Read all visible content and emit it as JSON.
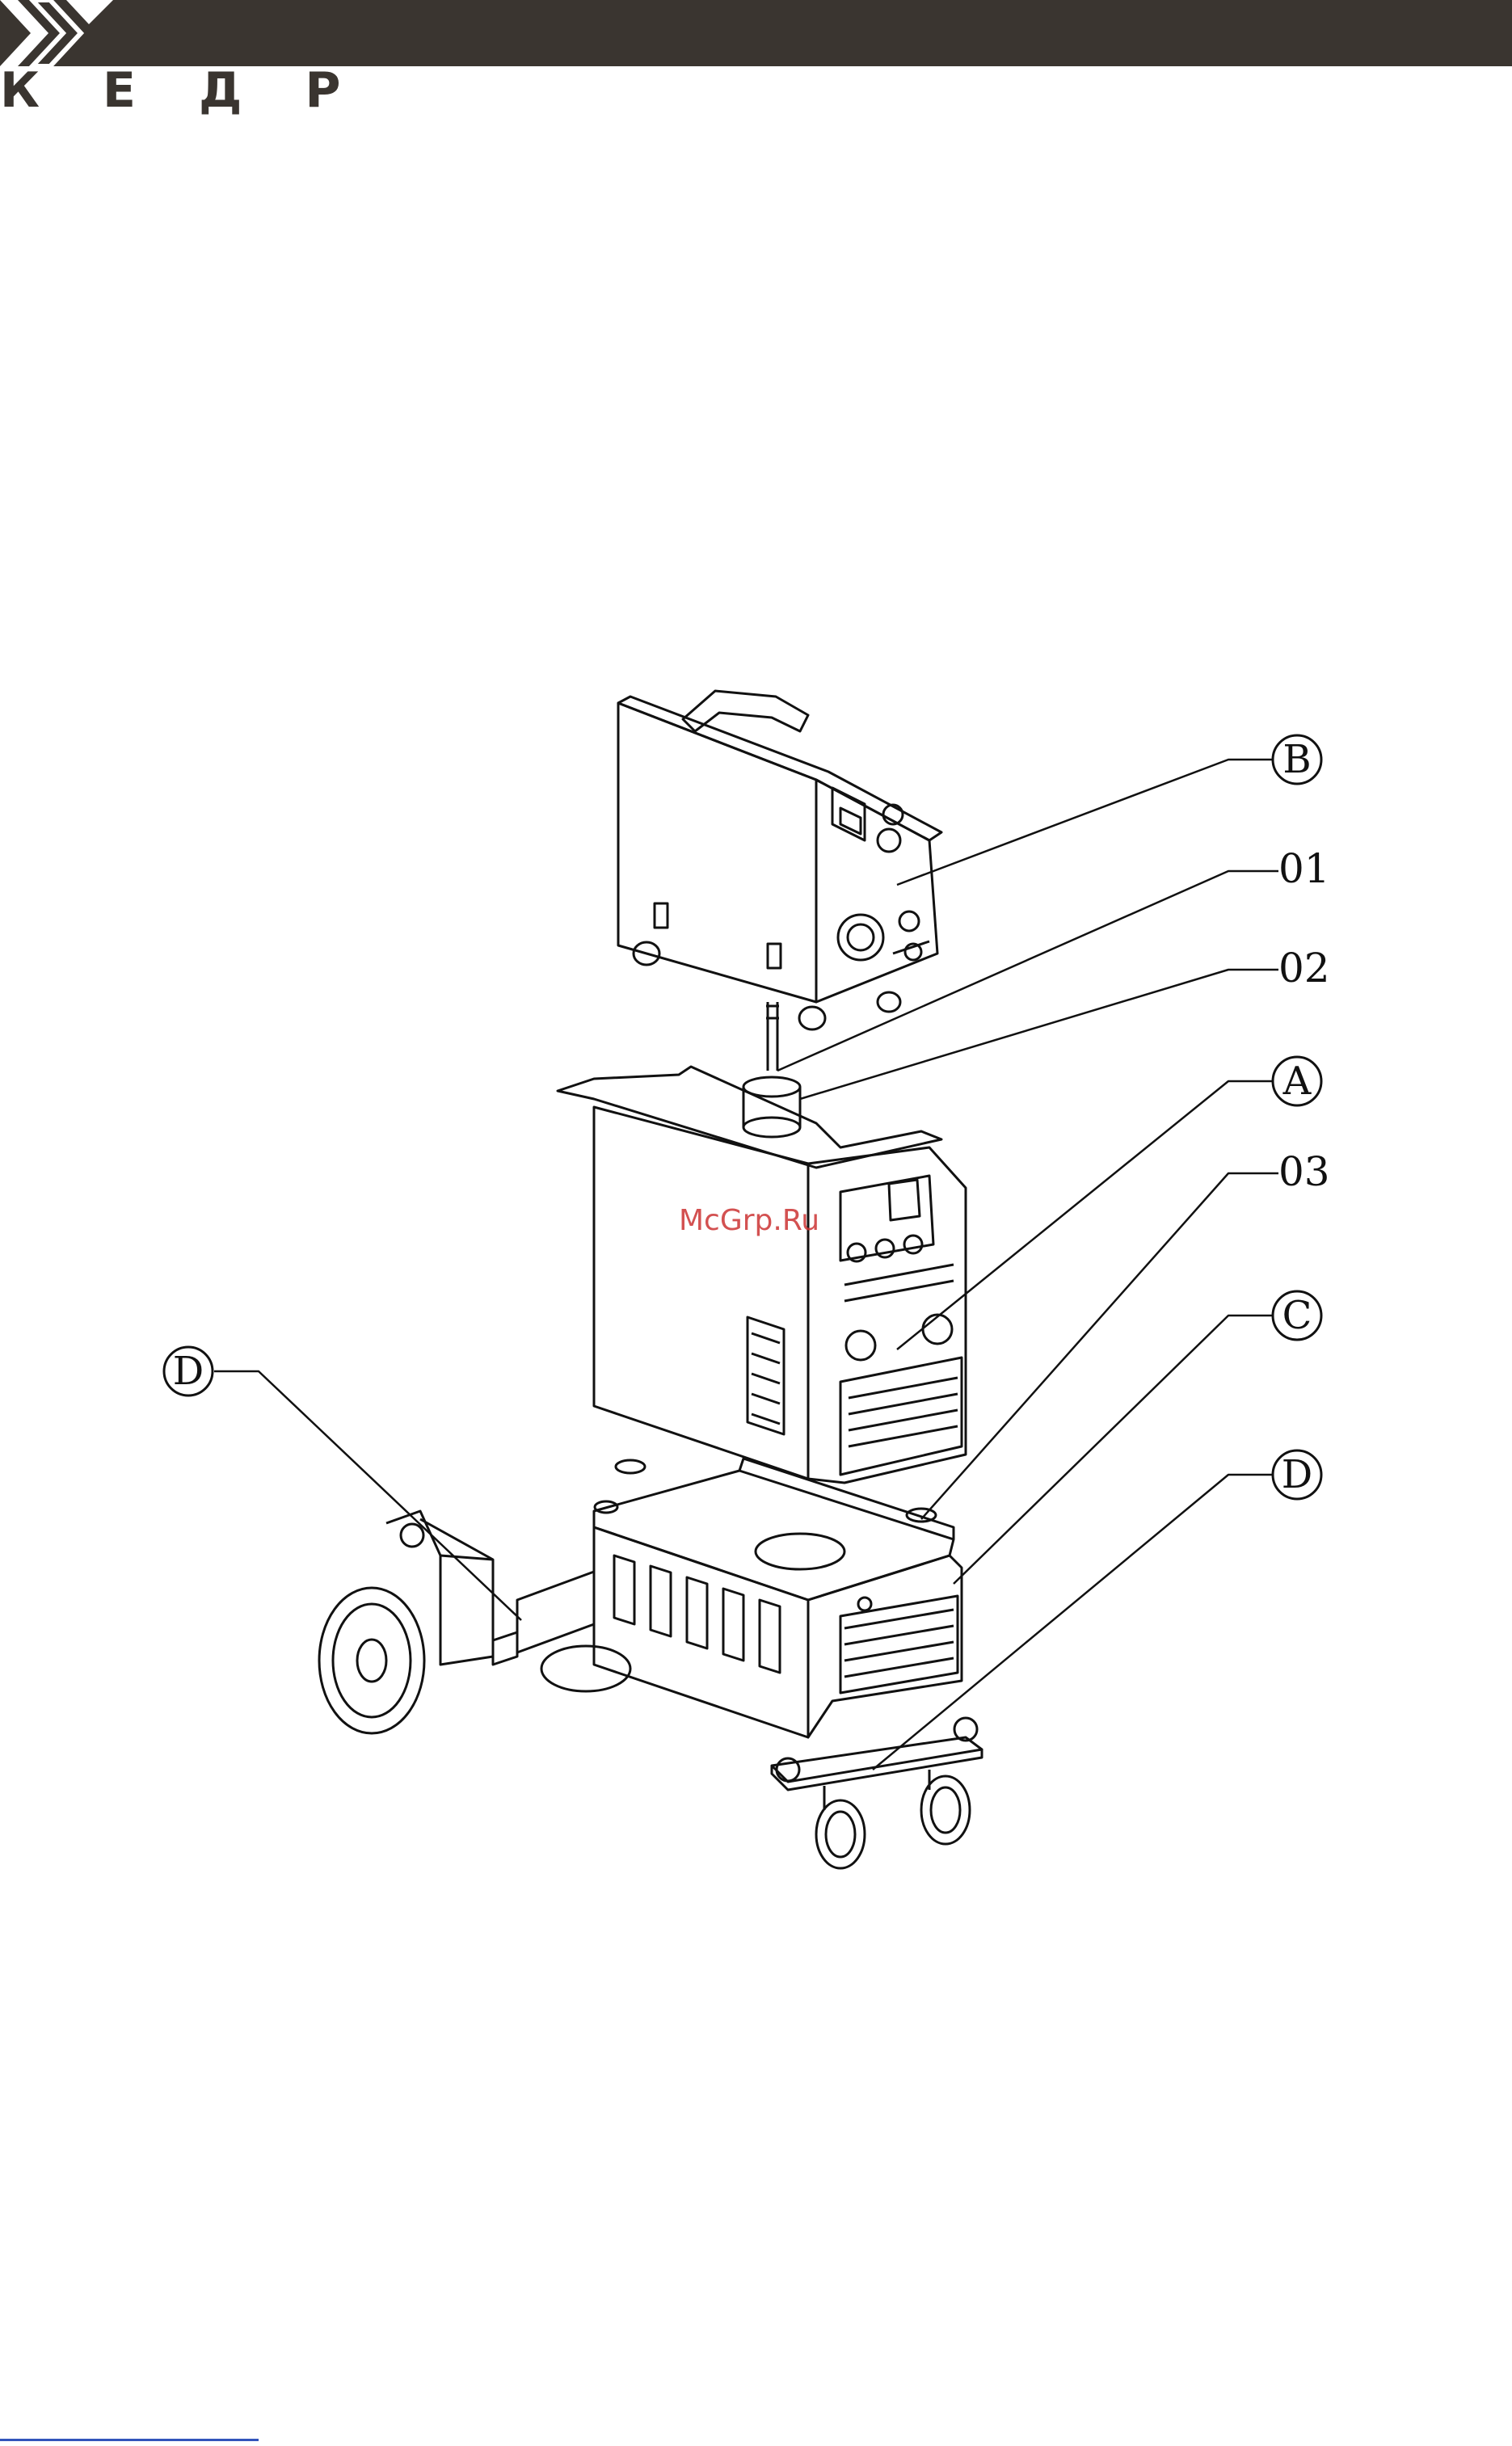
{
  "header": {
    "brand_name": "КЕДР",
    "logo_icon": "kedr-chevron-logo",
    "bar_color": "#3a3530"
  },
  "callouts": {
    "b": "B",
    "c01": "01",
    "c02": "02",
    "a": "A",
    "c03": "03",
    "c": "C",
    "d_right": "D",
    "d_left": "D"
  },
  "watermark": "McGrp.Ru",
  "colors": {
    "line": "#111111",
    "watermark": "#cc3333"
  }
}
